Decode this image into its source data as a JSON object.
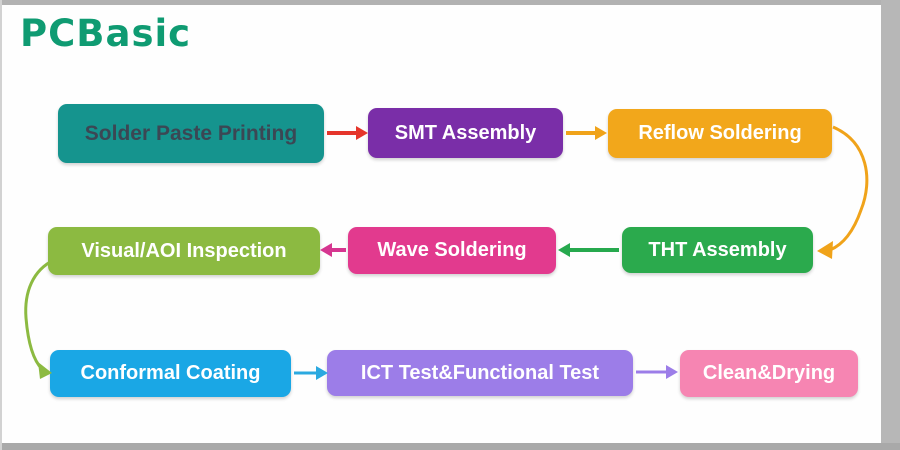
{
  "logo": {
    "text": "PCBasic",
    "color": "#0f9b72"
  },
  "flow": {
    "nodes": [
      {
        "id": "solder-paste-printing",
        "label": "Solder Paste Printing",
        "color": "#15948e",
        "text_color": "#3b4754"
      },
      {
        "id": "smt-assembly",
        "label": "SMT Assembly",
        "color": "#7a2ea8",
        "text_color": "#ffffff"
      },
      {
        "id": "reflow-soldering",
        "label": "Reflow Soldering",
        "color": "#f2a71b",
        "text_color": "#ffffff"
      },
      {
        "id": "tht-assembly",
        "label": "THT Assembly",
        "color": "#2baa4d",
        "text_color": "#ffffff"
      },
      {
        "id": "wave-soldering",
        "label": "Wave Soldering",
        "color": "#e23a8e",
        "text_color": "#ffffff"
      },
      {
        "id": "visual-aoi-inspection",
        "label": "Visual/AOI Inspection",
        "color": "#8cba41",
        "text_color": "#ffffff"
      },
      {
        "id": "conformal-coating",
        "label": "Conformal Coating",
        "color": "#1aa7e5",
        "text_color": "#ffffff"
      },
      {
        "id": "ict-functional-test",
        "label": "ICT Test&Functional Test",
        "color": "#9c7de8",
        "text_color": "#ffffff"
      },
      {
        "id": "clean-drying",
        "label": "Clean&Drying",
        "color": "#f685b2",
        "text_color": "#ffffff"
      }
    ],
    "edges": [
      {
        "from": "Solder Paste Printing",
        "to": "SMT Assembly",
        "color": "#e5352b"
      },
      {
        "from": "SMT Assembly",
        "to": "Reflow Soldering",
        "color": "#f0a31a"
      },
      {
        "from": "Reflow Soldering",
        "to": "THT Assembly",
        "color": "#f0a31a"
      },
      {
        "from": "THT Assembly",
        "to": "Wave Soldering",
        "color": "#27a94e"
      },
      {
        "from": "Wave Soldering",
        "to": "Visual/AOI Inspection",
        "color": "#d63690"
      },
      {
        "from": "Visual/AOI Inspection",
        "to": "Conformal Coating",
        "color": "#8cba41"
      },
      {
        "from": "Conformal Coating",
        "to": "ICT Test&Functional Test",
        "color": "#2ba9e0"
      },
      {
        "from": "ICT Test&Functional Test",
        "to": "Clean&Drying",
        "color": "#9c7de8"
      }
    ]
  }
}
